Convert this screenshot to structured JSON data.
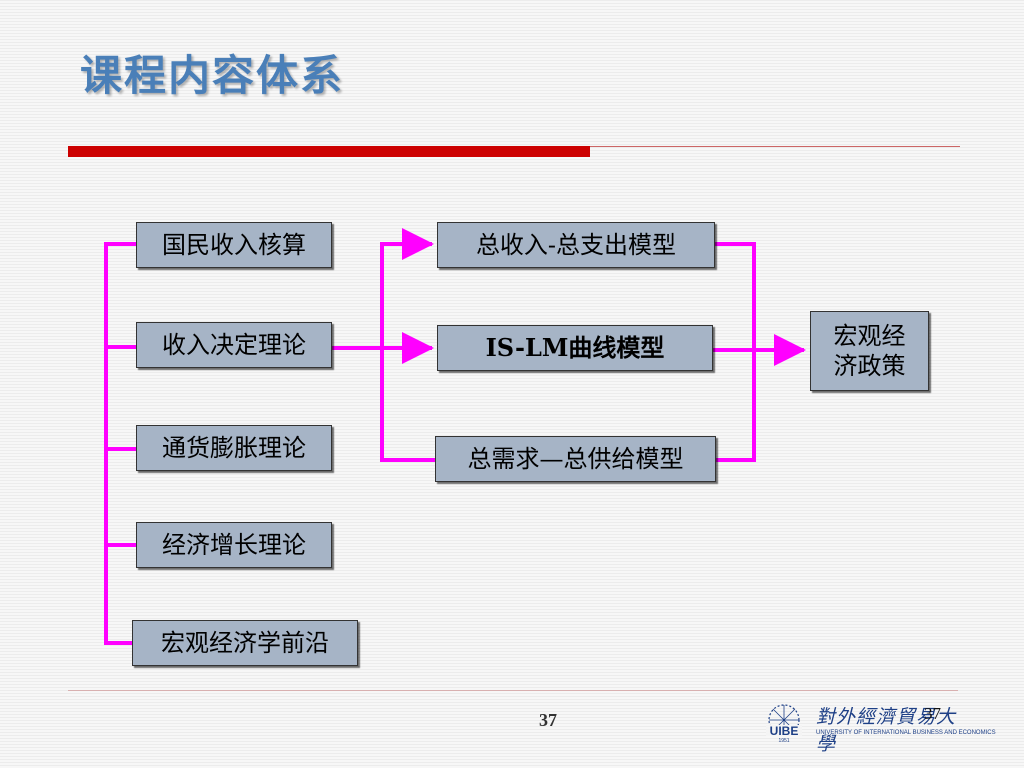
{
  "slide": {
    "title": "课程内容体系",
    "page_number": "37"
  },
  "diagram": {
    "left_nodes": [
      {
        "label": "国民收入核算"
      },
      {
        "label": "收入决定理论"
      },
      {
        "label": "通货膨胀理论"
      },
      {
        "label": "经济增长理论"
      },
      {
        "label": "宏观经济学前沿"
      }
    ],
    "middle_nodes": [
      {
        "label": "总收入-总支出模型"
      },
      {
        "label": "IS-LM曲线模型"
      },
      {
        "label": "总需求—总供给模型"
      }
    ],
    "right_node": {
      "label": "宏观经济政策"
    },
    "connector_color": "#ff00ff"
  },
  "logo": {
    "name_cn": "對外經濟貿易大學",
    "name_en": "UNIVERSITY OF INTERNATIONAL BUSINESS AND ECONOMICS",
    "abbr": "UIBE",
    "year": "1951",
    "page_overlay": "37"
  },
  "colors": {
    "title": "#4a7fb8",
    "rule_red": "#cc0000",
    "node_fill": "#a6b4c6",
    "logo_blue": "#1d3f86"
  }
}
